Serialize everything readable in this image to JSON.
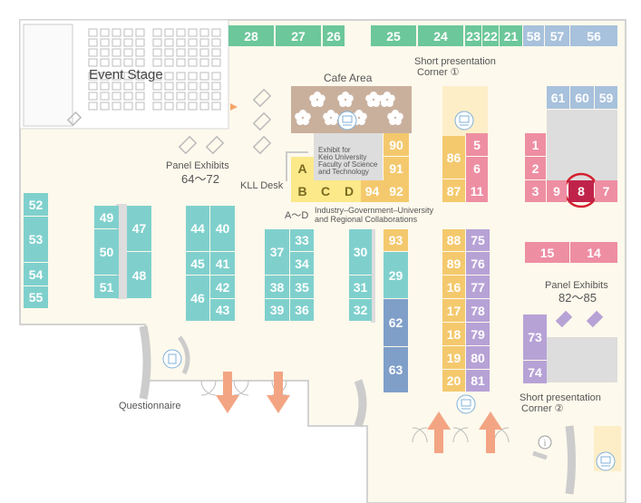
{
  "colors": {
    "floor": "#fdf9ec",
    "green": "#6cc79a",
    "teal": "#7fd0cd",
    "blue_gray": "#a8c1dc",
    "pink": "#ee8ea3",
    "orange": "#f4c96d",
    "yellow": "#fbe98a",
    "purple": "#b7a2d6",
    "steel": "#7f9fc9",
    "selected": "#c0234a",
    "highlight_ring": "#d4202e",
    "arrow": "#f3a583",
    "wall": "#d3d3d3"
  },
  "labels": {
    "event_stage": "Event Stage",
    "cafe_area": "Cafe Area",
    "short_pres_1_line1": "Short presentation",
    "short_pres_1_line2": "Corner ①",
    "short_pres_2_line1": "Short presentation",
    "short_pres_2_line2": "Corner ②",
    "panel_exhibits_1": "Panel Exhibits",
    "panel_exhibits_1_range": "64～72",
    "panel_exhibits_2": "Panel Exhibits",
    "panel_exhibits_2_range": "82～85",
    "kll_desk": "KLL Desk",
    "exhibit_keio_1": "Exhibit for",
    "exhibit_keio_2": "Keio University",
    "exhibit_keio_3": "Faculty of Science",
    "exhibit_keio_4": "and Technology",
    "a_to_d": "A～D",
    "industry_1": "Industry–Government–University",
    "industry_2": "and Regional Collaborations",
    "questionnaire": "Questionnaire"
  },
  "booths": [
    {
      "id": "28",
      "color": "green"
    },
    {
      "id": "27",
      "color": "green"
    },
    {
      "id": "26",
      "color": "green"
    },
    {
      "id": "25",
      "color": "green"
    },
    {
      "id": "24",
      "color": "green"
    },
    {
      "id": "23",
      "color": "green"
    },
    {
      "id": "22",
      "color": "green"
    },
    {
      "id": "21",
      "color": "green"
    },
    {
      "id": "58",
      "color": "blue_gray"
    },
    {
      "id": "57",
      "color": "blue_gray"
    },
    {
      "id": "56",
      "color": "blue_gray"
    },
    {
      "id": "61",
      "color": "blue_gray"
    },
    {
      "id": "60",
      "color": "blue_gray"
    },
    {
      "id": "59",
      "color": "blue_gray"
    },
    {
      "id": "90",
      "color": "orange"
    },
    {
      "id": "91",
      "color": "orange"
    },
    {
      "id": "94",
      "color": "orange"
    },
    {
      "id": "92",
      "color": "orange"
    },
    {
      "id": "A",
      "color": "yellow"
    },
    {
      "id": "B",
      "color": "yellow"
    },
    {
      "id": "C",
      "color": "yellow"
    },
    {
      "id": "D",
      "color": "yellow"
    },
    {
      "id": "86",
      "color": "orange"
    },
    {
      "id": "87",
      "color": "orange"
    },
    {
      "id": "5",
      "color": "pink"
    },
    {
      "id": "6",
      "color": "pink"
    },
    {
      "id": "11",
      "color": "pink"
    },
    {
      "id": "1",
      "color": "pink"
    },
    {
      "id": "2",
      "color": "pink"
    },
    {
      "id": "3",
      "color": "pink"
    },
    {
      "id": "9",
      "color": "pink"
    },
    {
      "id": "8",
      "color": "selected"
    },
    {
      "id": "7",
      "color": "pink"
    },
    {
      "id": "15",
      "color": "pink"
    },
    {
      "id": "14",
      "color": "pink"
    },
    {
      "id": "52",
      "color": "teal"
    },
    {
      "id": "53",
      "color": "teal"
    },
    {
      "id": "54",
      "color": "teal"
    },
    {
      "id": "55",
      "color": "teal"
    },
    {
      "id": "49",
      "color": "teal"
    },
    {
      "id": "50",
      "color": "teal"
    },
    {
      "id": "51",
      "color": "teal"
    },
    {
      "id": "47",
      "color": "teal"
    },
    {
      "id": "48",
      "color": "teal"
    },
    {
      "id": "44",
      "color": "teal"
    },
    {
      "id": "40",
      "color": "teal"
    },
    {
      "id": "45",
      "color": "teal"
    },
    {
      "id": "41",
      "color": "teal"
    },
    {
      "id": "46",
      "color": "teal"
    },
    {
      "id": "42",
      "color": "teal"
    },
    {
      "id": "43",
      "color": "teal"
    },
    {
      "id": "37",
      "color": "teal"
    },
    {
      "id": "33",
      "color": "teal"
    },
    {
      "id": "34",
      "color": "teal"
    },
    {
      "id": "38",
      "color": "teal"
    },
    {
      "id": "35",
      "color": "teal"
    },
    {
      "id": "39",
      "color": "teal"
    },
    {
      "id": "36",
      "color": "teal"
    },
    {
      "id": "30",
      "color": "teal"
    },
    {
      "id": "31",
      "color": "teal"
    },
    {
      "id": "32",
      "color": "teal"
    },
    {
      "id": "93",
      "color": "orange"
    },
    {
      "id": "29",
      "color": "teal"
    },
    {
      "id": "62",
      "color": "steel"
    },
    {
      "id": "63",
      "color": "steel"
    },
    {
      "id": "88",
      "color": "orange"
    },
    {
      "id": "89",
      "color": "orange"
    },
    {
      "id": "16",
      "color": "orange"
    },
    {
      "id": "17",
      "color": "orange"
    },
    {
      "id": "18",
      "color": "orange"
    },
    {
      "id": "19",
      "color": "orange"
    },
    {
      "id": "20",
      "color": "orange"
    },
    {
      "id": "75",
      "color": "purple"
    },
    {
      "id": "76",
      "color": "purple"
    },
    {
      "id": "77",
      "color": "purple"
    },
    {
      "id": "78",
      "color": "purple"
    },
    {
      "id": "79",
      "color": "purple"
    },
    {
      "id": "80",
      "color": "purple"
    },
    {
      "id": "81",
      "color": "purple"
    },
    {
      "id": "73",
      "color": "purple"
    },
    {
      "id": "74",
      "color": "purple"
    }
  ],
  "icons": [
    "presentation-screen-icon",
    "questionnaire-icon",
    "info-icon",
    "entrance-arrow-icon",
    "exit-arrow-icon",
    "location-pointer-icon"
  ]
}
